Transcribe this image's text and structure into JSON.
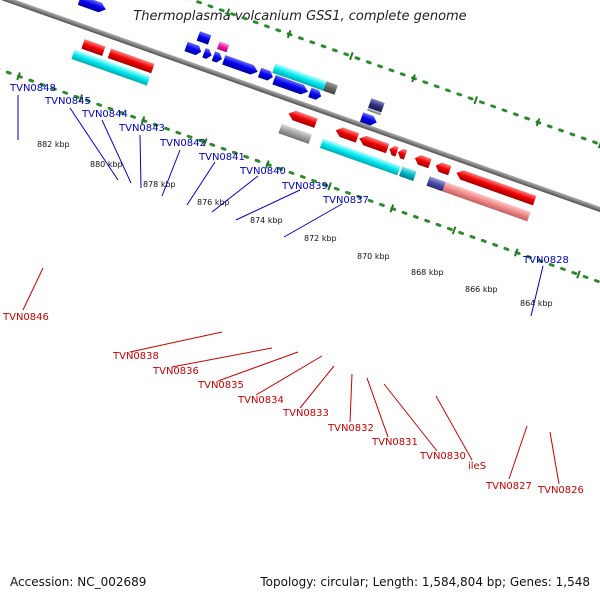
{
  "title": "Thermoplasma volcanium GSS1, complete genome",
  "accession": "Accession: NC_002689",
  "summary": "Topology: circular; Length: 1,584,804 bp; Genes: 1,548",
  "scale_labels": [
    "882 kbp",
    "880 kbp",
    "878 kbp",
    "876 kbp",
    "874 kbp",
    "872 kbp",
    "870 kbp",
    "868 kbp",
    "866 kbp",
    "864 kbp"
  ],
  "colors": {
    "forward_label": "#0000cc",
    "reverse_label": "#cc0000",
    "backbone": "#808080",
    "dots": "#2e8b2e",
    "ticks": "#227a22"
  },
  "forward_genes": [
    "TVN0848",
    "TVN0845",
    "TVN0844",
    "TVN0843",
    "TVN0842",
    "TVN0841",
    "TVN0840",
    "TVN0839",
    "TVN0837",
    "TVN0828"
  ],
  "reverse_genes": [
    "TVN0846",
    "TVN0838",
    "TVN0836",
    "TVN0835",
    "TVN0834",
    "TVN0833",
    "TVN0832",
    "TVN0831",
    "TVN0830",
    "ileS",
    "TVN0827",
    "TVN0826"
  ]
}
